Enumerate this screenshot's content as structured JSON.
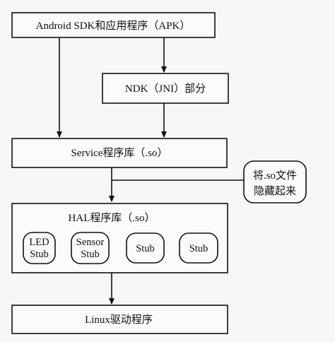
{
  "boxes": {
    "app": "Android SDK和应用程序（APK）",
    "ndk": "NDK（JNI）部分",
    "service": "Service程序库（.so）",
    "hal": "HAL程序库（.so）",
    "driver": "Linux驱动程序"
  },
  "stubs": [
    {
      "line1": "LED",
      "line2": "Stub"
    },
    {
      "line1": "Sensor",
      "line2": "Stub"
    },
    {
      "line1": "Stub",
      "line2": ""
    },
    {
      "line1": "Stub",
      "line2": ""
    }
  ],
  "note": {
    "line1": "将.so文件",
    "line2": "隐藏起来"
  }
}
